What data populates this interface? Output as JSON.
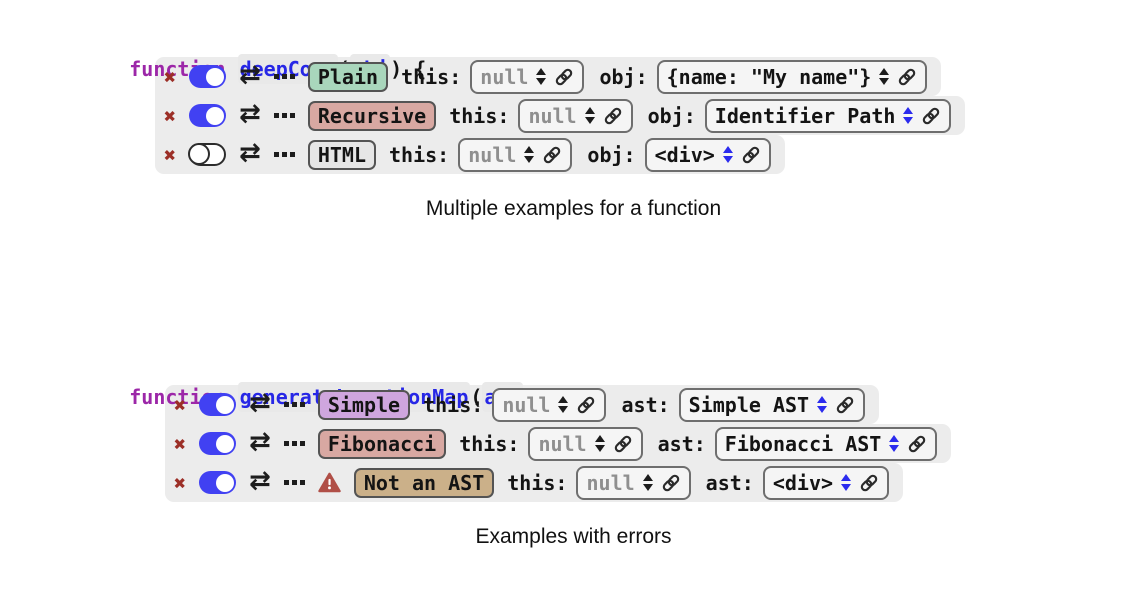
{
  "icons": {
    "delete": "✖",
    "swap": "⇄",
    "more": "⋯",
    "warning": "⚠",
    "link": "chain-link",
    "stepper": "▲▼"
  },
  "colors": {
    "code_keyword": "#9c27a8",
    "code_identifier": "#2727e6",
    "code_punct": "#141414",
    "delete_x": "#9c2f27",
    "toggle_on": "#4141f2",
    "warning": "#b04f47",
    "row_bg": "#ececec",
    "stepper_blue": "#2b2bee",
    "stepper_black": "#1c1c1c",
    "muted_value": "#8f8f8f"
  },
  "blocks": [
    {
      "code": {
        "keyword": "function",
        "name": "deepCopy",
        "open": "(",
        "param": "obj",
        "close": ") {"
      },
      "examples": [
        {
          "name": "Plain",
          "badge_bg": "#a9d6bc",
          "enabled": true,
          "error": false,
          "args": [
            {
              "label": "this:",
              "value": "null",
              "value_color": "#8f8f8f",
              "stepper_color": "#1c1c1c"
            },
            {
              "label": "obj:",
              "value": "{name: \"My name\"}",
              "value_color": "#141414",
              "stepper_color": "#1c1c1c"
            }
          ]
        },
        {
          "name": "Recursive",
          "badge_bg": "#d8a8a2",
          "enabled": true,
          "error": false,
          "args": [
            {
              "label": "this:",
              "value": "null",
              "value_color": "#8f8f8f",
              "stepper_color": "#1c1c1c"
            },
            {
              "label": "obj:",
              "value": "Identifier Path",
              "value_color": "#141414",
              "stepper_color": "#2b2bee"
            }
          ]
        },
        {
          "name": "HTML",
          "badge_bg": "#e6e6e6",
          "enabled": false,
          "error": false,
          "args": [
            {
              "label": "this:",
              "value": "null",
              "value_color": "#8f8f8f",
              "stepper_color": "#1c1c1c"
            },
            {
              "label": "obj:",
              "value": "<div>",
              "value_color": "#141414",
              "stepper_color": "#2b2bee"
            }
          ]
        }
      ],
      "caption": "Multiple examples for a function"
    },
    {
      "code": {
        "keyword": "function",
        "name": "generateLocationMap",
        "open": "(",
        "param": "ast",
        "close": ") {"
      },
      "examples": [
        {
          "name": "Simple",
          "badge_bg": "#cfa6de",
          "enabled": true,
          "error": false,
          "args": [
            {
              "label": "this:",
              "value": "null",
              "value_color": "#8f8f8f",
              "stepper_color": "#1c1c1c"
            },
            {
              "label": "ast:",
              "value": "Simple AST",
              "value_color": "#141414",
              "stepper_color": "#2b2bee"
            }
          ]
        },
        {
          "name": "Fibonacci",
          "badge_bg": "#d8a8a2",
          "enabled": true,
          "error": false,
          "args": [
            {
              "label": "this:",
              "value": "null",
              "value_color": "#8f8f8f",
              "stepper_color": "#1c1c1c"
            },
            {
              "label": "ast:",
              "value": "Fibonacci AST",
              "value_color": "#141414",
              "stepper_color": "#2b2bee"
            }
          ]
        },
        {
          "name": "Not an AST",
          "badge_bg": "#cbb089",
          "enabled": true,
          "error": true,
          "args": [
            {
              "label": "this:",
              "value": "null",
              "value_color": "#8f8f8f",
              "stepper_color": "#1c1c1c"
            },
            {
              "label": "ast:",
              "value": "<div>",
              "value_color": "#141414",
              "stepper_color": "#2b2bee"
            }
          ]
        }
      ],
      "caption": "Examples with errors"
    }
  ]
}
